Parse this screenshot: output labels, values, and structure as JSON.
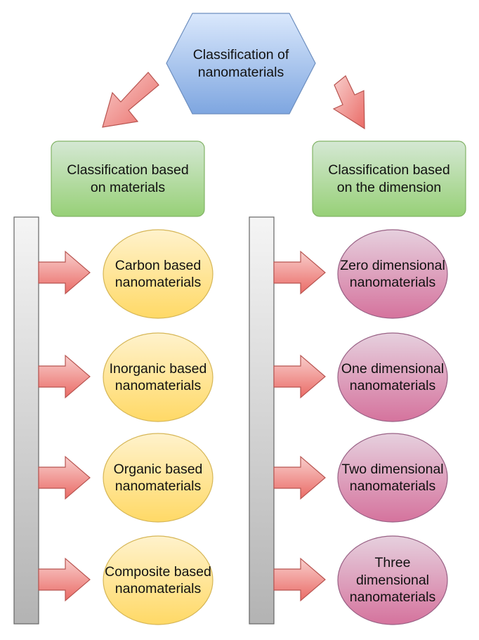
{
  "root": {
    "lines": [
      "Classification of",
      "nanomaterials"
    ]
  },
  "branches": [
    {
      "title_lines": [
        "Classification based",
        "on materials"
      ],
      "items": [
        {
          "lines": [
            "Carbon based",
            "nanomaterials"
          ]
        },
        {
          "lines": [
            "Inorganic based",
            "nanomaterials"
          ]
        },
        {
          "lines": [
            "Organic based",
            "nanomaterials"
          ]
        },
        {
          "lines": [
            "Composite based",
            "nanomaterials"
          ]
        }
      ]
    },
    {
      "title_lines": [
        "Classification based",
        "on the dimension"
      ],
      "items": [
        {
          "lines": [
            "Zero dimensional",
            "nanomaterials"
          ]
        },
        {
          "lines": [
            "One dimensional",
            "nanomaterials"
          ]
        },
        {
          "lines": [
            "Two dimensional",
            "nanomaterials"
          ]
        },
        {
          "lines": [
            "Three",
            "dimensional",
            "nanomaterials"
          ]
        }
      ]
    }
  ],
  "colors": {
    "hexagon_fill_top": "#dae8fc",
    "hexagon_fill_bottom": "#7ea6e0",
    "hexagon_stroke": "#6c8ebf",
    "box_fill_top": "#d5e8d4",
    "box_fill_bottom": "#97d077",
    "box_stroke": "#82b366",
    "left_oval_fill_top": "#fff2cc",
    "left_oval_fill_bottom": "#ffd966",
    "left_oval_stroke": "#d6b656",
    "right_oval_fill_top": "#e6d0de",
    "right_oval_fill_bottom": "#d5739d",
    "right_oval_stroke": "#996185",
    "arrow_fill_top": "#f8cecc",
    "arrow_fill_bottom": "#ea6b66",
    "arrow_stroke": "#b85450",
    "bar_fill_top": "#f5f5f5",
    "bar_fill_bottom": "#b3b3b3",
    "bar_stroke": "#666666"
  }
}
